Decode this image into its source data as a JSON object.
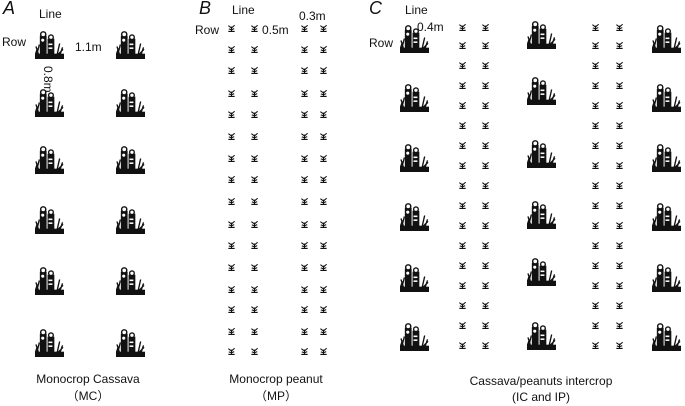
{
  "panels": [
    {
      "id": "A",
      "letter": "A",
      "line_label": "Line",
      "row_label": "Row",
      "spacing_labels": [
        "1.1m",
        "0.8m"
      ],
      "caption": [
        "Monocrop Cassava",
        "（MC）"
      ]
    },
    {
      "id": "B",
      "letter": "B",
      "line_label": "Line",
      "row_label": "Row",
      "spacing_labels": [
        "0.5m",
        "0.3m"
      ],
      "caption": [
        "Monocrop peanut",
        "（MP）"
      ]
    },
    {
      "id": "C",
      "letter": "C",
      "line_label": "Line",
      "row_label": "Row",
      "spacing_labels": [
        "0.4m"
      ],
      "caption": [
        "Cassava/peanuts intercrop",
        "(IC and IP)"
      ]
    }
  ],
  "icons": {
    "cassava": "cassava-plant-icon",
    "peanut": "peanut-seedling-icon"
  }
}
